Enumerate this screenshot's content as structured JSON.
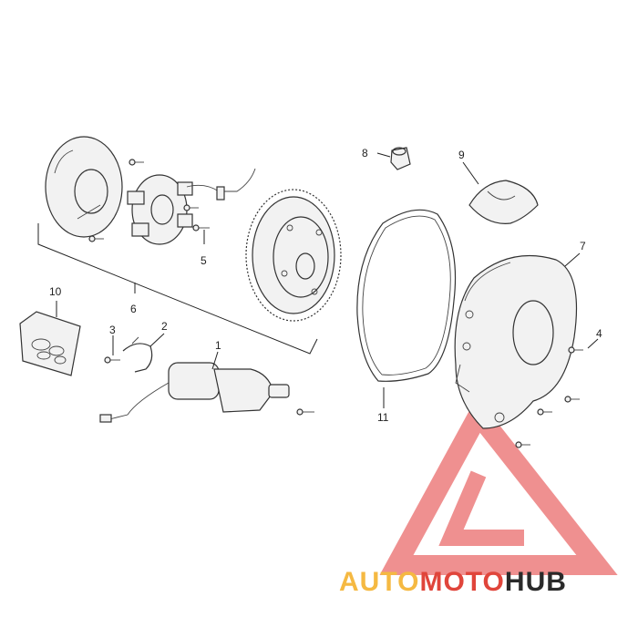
{
  "diagram": {
    "callouts": {
      "c1": "1",
      "c2": "2",
      "c3": "3",
      "c4": "4",
      "c5": "5",
      "c6": "6",
      "c7": "7",
      "c8": "8",
      "c9": "9",
      "c10": "10",
      "c11": "11"
    }
  },
  "watermark": {
    "part1": "AUTO",
    "part2": "MOTO",
    "part3": "HUB",
    "colors": {
      "auto": "#f5b942",
      "moto": "#e0453b",
      "hub": "#2a2a2a",
      "logo": "#ea6b6b"
    }
  }
}
